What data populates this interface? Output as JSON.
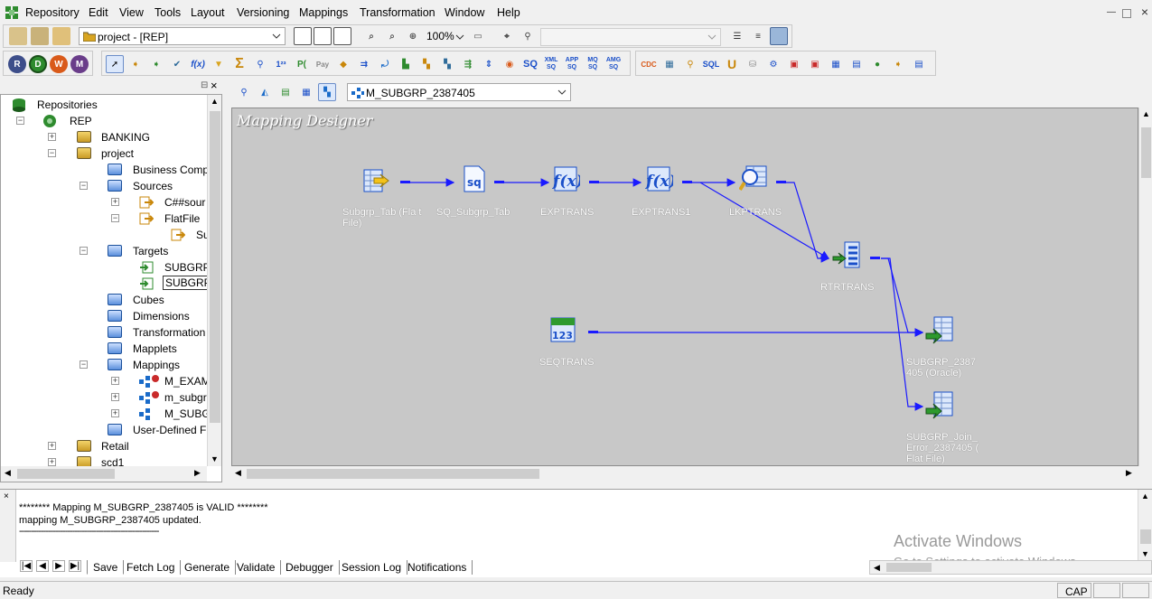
{
  "menubar": {
    "items": [
      "Repository",
      "Edit",
      "View",
      "Tools",
      "Layout",
      "Versioning",
      "Mappings",
      "Transformation",
      "Window",
      "Help"
    ]
  },
  "toolbar": {
    "folder_combo": "project - [REP]",
    "zoom": "100%",
    "sq_label": "SQ",
    "sql_label": "SQL",
    "fx_label": "f(x)",
    "sigma_label": "Σ",
    "xml_sq": "XML SQ",
    "app_sq": "APP SQ",
    "mq_sq": "MQ SQ",
    "amg_sq": "AMG SQ",
    "cdc_label": "CDC",
    "r_btn": "R",
    "d_btn": "D",
    "w_btn": "W",
    "m_btn": "M"
  },
  "navigator": {
    "root": "Repositories",
    "repo": "REP",
    "banking": "BANKING",
    "project": "project",
    "business_comp": "Business Comp",
    "sources": "Sources",
    "c_source": "C##sour",
    "flatfile": "FlatFile",
    "su": "Su",
    "targets": "Targets",
    "target1": "SUBGRP_",
    "target2": "SUBGRP_",
    "cubes": "Cubes",
    "dimensions": "Dimensions",
    "transformation": "Transformation",
    "mapplets": "Mapplets",
    "mappings": "Mappings",
    "m_exam": "M_EXAM",
    "m_subgr": "m_subgr",
    "m_subgi": "M_SUBGI",
    "user_defined": "User-Defined Fu",
    "retail": "Retail",
    "scd1": "scd1"
  },
  "designer": {
    "mapping_combo": "M_SUBGRP_2387405",
    "title": "Mapping Designer",
    "nodes": {
      "source": [
        "Subgrp_Tab (Fla t",
        "File)"
      ],
      "sq": "SQ_Subgrp_Tab",
      "exp1": "EXPTRANS",
      "exp2": "EXPTRANS1",
      "lkp": "LKPTRANS",
      "rtr": "RTRTRANS",
      "seq": "SEQTRANS",
      "tgt1": [
        "SUBGRP_2387",
        "405 (Oracle)"
      ],
      "tgt2": [
        "SUBGRP_Join_",
        "Error_2387405 (",
        "Flat File)"
      ]
    }
  },
  "output": {
    "line1": "******** Mapping M_SUBGRP_2387405 is VALID ********",
    "line2": "mapping  M_SUBGRP_2387405 updated.",
    "line3": "----------------------------------------------------------",
    "tabs": [
      "Save",
      "Fetch Log",
      "Generate",
      "Validate",
      "Debugger",
      "Session Log",
      "Notifications"
    ],
    "watermark_title": "Activate Windows",
    "watermark_sub": "Go to Settings to activate Windows."
  },
  "status": {
    "text": "Ready",
    "cap": "CAP"
  }
}
